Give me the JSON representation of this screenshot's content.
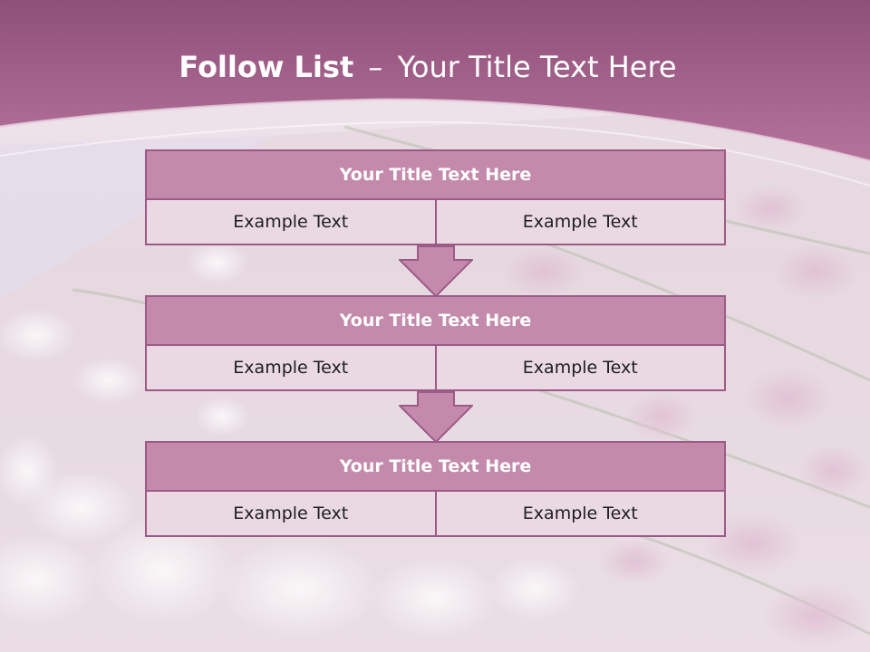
{
  "slide": {
    "title_bold": "Follow List",
    "title_separator": "–",
    "title_rest": "Your Title Text Here"
  },
  "colors": {
    "banner": "#a4658e",
    "header_fill": "#c48aac",
    "border": "#9c5a88",
    "cell_fill": "#ead9e2",
    "arrow_fill": "#c48aac"
  },
  "blocks": [
    {
      "title": "Your Title Text Here",
      "left_text": "Example Text",
      "right_text": "Example Text"
    },
    {
      "title": "Your Title Text Here",
      "left_text": "Example Text",
      "right_text": "Example Text"
    },
    {
      "title": "Your Title Text Here",
      "left_text": "Example Text",
      "right_text": "Example Text"
    }
  ]
}
